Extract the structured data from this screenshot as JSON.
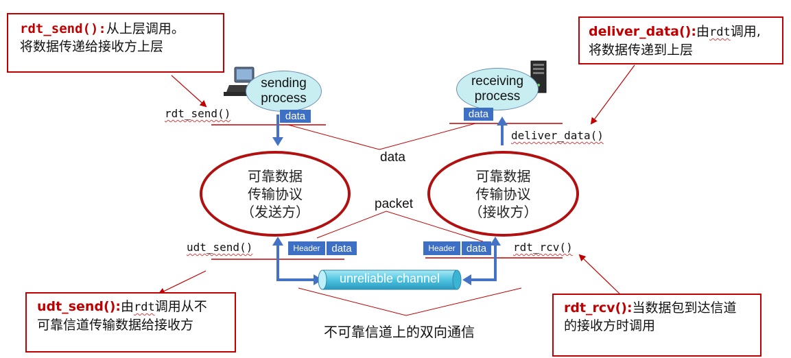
{
  "annotations": {
    "top_left": {
      "name": "rdt_send():",
      "line1_rest": "从上层调用。",
      "line2": "将数据传递给接收方上层"
    },
    "top_right": {
      "name": "deliver_data():",
      "line1_mid": "由",
      "line1_code": "rdt",
      "line1_end": "调用,",
      "line2": "将数据传递到上层"
    },
    "bottom_left": {
      "name": "udt_send():",
      "line1_mid": "由",
      "line1_code": "rdt",
      "line1_end": "调用从不",
      "line2": "可靠信道传输数据给接收方"
    },
    "bottom_right": {
      "name": "rdt_rcv():",
      "line1_rest": "当数据包到达信道",
      "line2": "的接收方时调用"
    }
  },
  "sender": {
    "process_line1": "sending",
    "process_line2": "process",
    "data_tag": "data",
    "call_label": "rdt_send()",
    "protocol_line1": "可靠数据",
    "protocol_line2": "传输协议",
    "protocol_line3": "（发送方）",
    "lower_call": "udt_send()",
    "header_tag": "Header",
    "lower_data_tag": "data"
  },
  "receiver": {
    "process_line1": "receiving",
    "process_line2": "process",
    "data_tag": "data",
    "call_label": "deliver_data()",
    "protocol_line1": "可靠数据",
    "protocol_line2": "传输协议",
    "protocol_line3": "（接收方）",
    "lower_call": "rdt_rcv()",
    "header_tag": "Header",
    "lower_data_tag": "data"
  },
  "labels": {
    "data": "data",
    "packet": "packet",
    "channel": "unreliable channel",
    "bottom_caption": "不可靠信道上的双向通信"
  },
  "colors": {
    "annotation_border": "#c00000",
    "ellipse_border": "#b01010",
    "arrow_blue": "#4472c4",
    "tag_blue": "#3d6fc4"
  }
}
